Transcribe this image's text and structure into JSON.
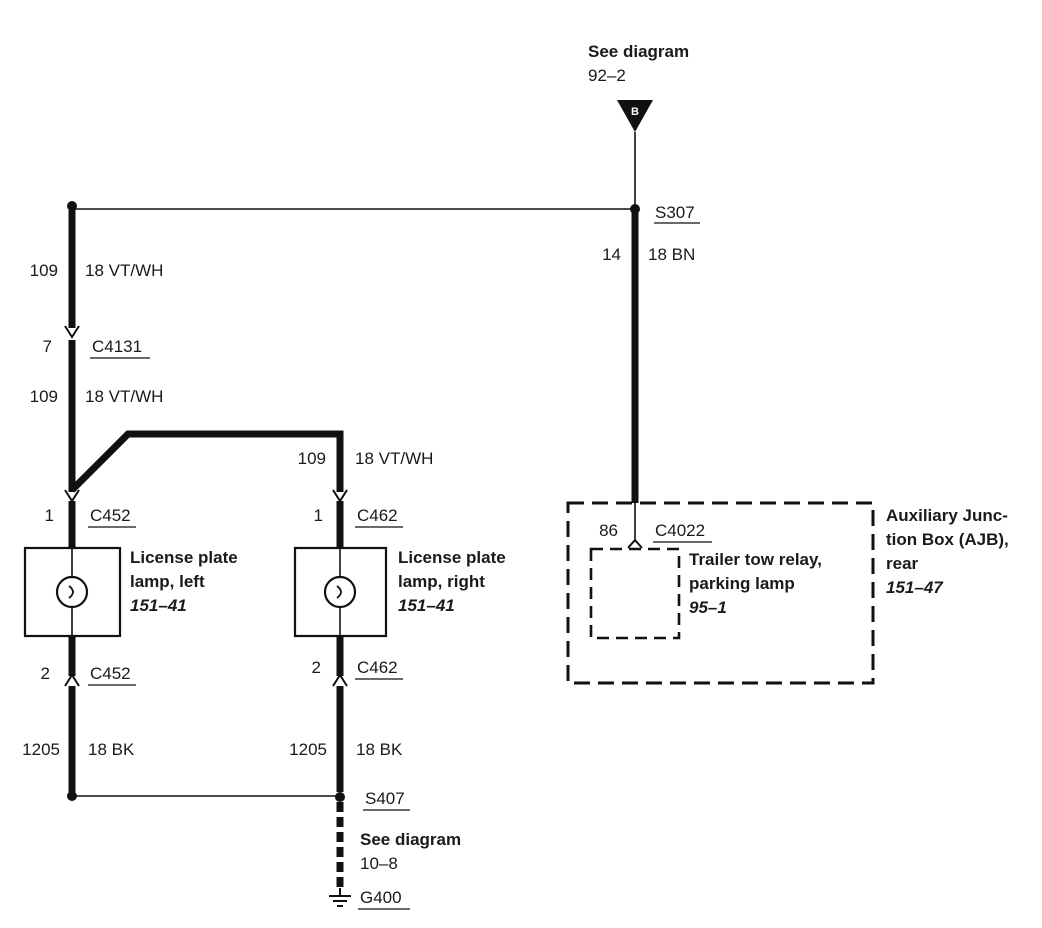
{
  "ref_top": {
    "line1": "See diagram",
    "line2": "92–2",
    "flag": "B"
  },
  "splice_s307": "S307",
  "wire_left_top": {
    "circuit": "109",
    "gauge": "18 VT/WH"
  },
  "conn_c4131": {
    "pin": "7",
    "name": "C4131"
  },
  "wire_left_mid": {
    "circuit": "109",
    "gauge": "18 VT/WH"
  },
  "wire_right_top": {
    "circuit": "109",
    "gauge": "18 VT/WH"
  },
  "wire_brown": {
    "circuit": "14",
    "gauge": "18 BN"
  },
  "lamp_left": {
    "conn_top": {
      "pin": "1",
      "name": "C452"
    },
    "line1": "License plate",
    "line2": "lamp, left",
    "ref": "151–41",
    "conn_bottom": {
      "pin": "2",
      "name": "C452"
    }
  },
  "lamp_right": {
    "conn_top": {
      "pin": "1",
      "name": "C462"
    },
    "line1": "License plate",
    "line2": "lamp, right",
    "ref": "151–41",
    "conn_bottom": {
      "pin": "2",
      "name": "C462"
    }
  },
  "relay": {
    "pin": "86",
    "conn": "C4022",
    "line1": "Trailer tow relay,",
    "line2": "parking lamp",
    "ref": "95–1"
  },
  "ajb": {
    "line1": "Auxiliary Junc-",
    "line2": "tion Box (AJB),",
    "line3": "rear",
    "ref": "151–47"
  },
  "wire_ground_left": {
    "circuit": "1205",
    "gauge": "18 BK"
  },
  "wire_ground_right": {
    "circuit": "1205",
    "gauge": "18 BK"
  },
  "splice_s407": "S407",
  "ref_bottom": {
    "line1": "See diagram",
    "line2": "10–8"
  },
  "ground_g400": "G400"
}
